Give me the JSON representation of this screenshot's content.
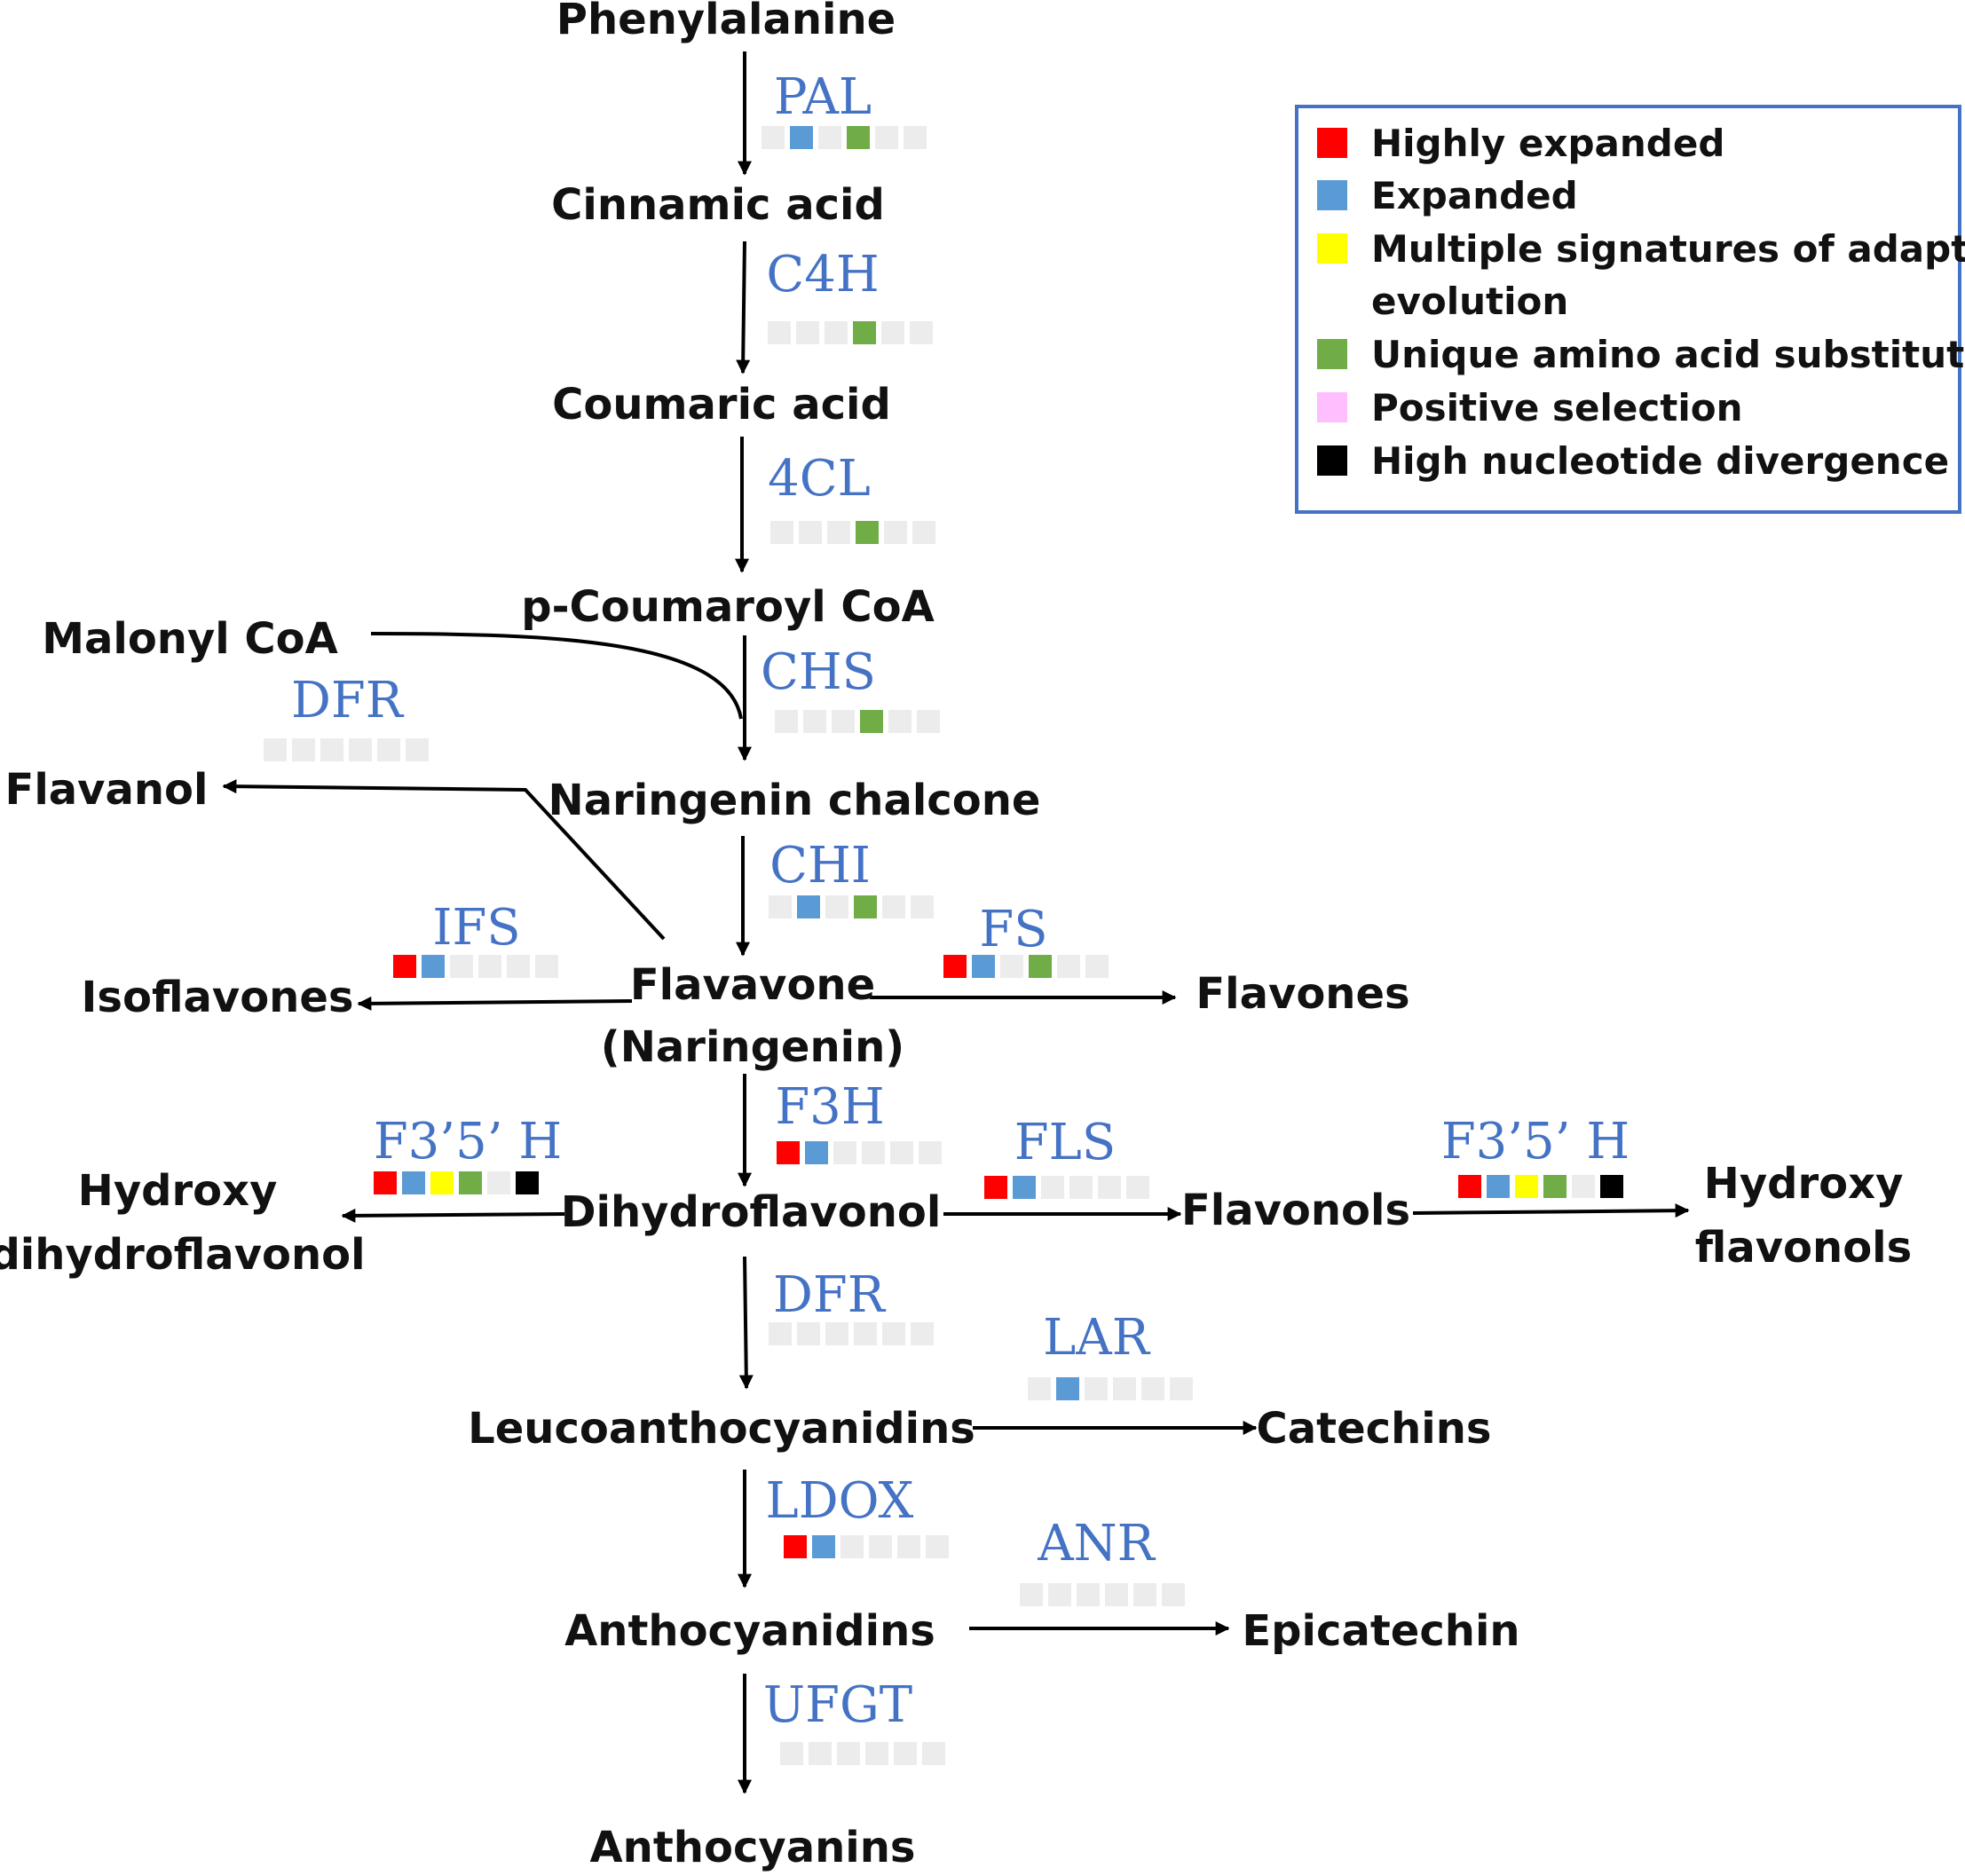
{
  "colors": {
    "highly_expanded": "#ff0000",
    "expanded": "#5b9bd5",
    "adaptive": "#ffff00",
    "unique_aa": "#70ad47",
    "positive": "#ffbfff",
    "divergence": "#000000",
    "none": "#ececec",
    "enzyme_text": "#4472c4",
    "legend_border": "#4472c4"
  },
  "legend": [
    {
      "color_key": "highly_expanded",
      "lines": [
        "Highly expanded"
      ]
    },
    {
      "color_key": "expanded",
      "lines": [
        "Expanded"
      ]
    },
    {
      "color_key": "adaptive",
      "lines": [
        "Multiple signatures of adaptive",
        "evolution"
      ]
    },
    {
      "color_key": "unique_aa",
      "lines": [
        "Unique amino acid substitution"
      ]
    },
    {
      "color_key": "positive",
      "lines": [
        "Positive selection"
      ]
    },
    {
      "color_key": "divergence",
      "lines": [
        "High nucleotide divergence"
      ]
    }
  ],
  "compounds": {
    "phenylalanine": "Phenylalanine",
    "cinnamic_acid": "Cinnamic acid",
    "coumaric_acid": "Coumaric acid",
    "p_coumaroyl_coa": "p-Coumaroyl CoA",
    "malonyl_coa": "Malonyl CoA",
    "naringenin_chalcone": "Naringenin chalcone",
    "flavanol": "Flavanol",
    "flavavone": "Flavavone",
    "naringenin": "(Naringenin)",
    "isoflavones": "Isoflavones",
    "flavones": "Flavones",
    "hydroxy_dihydroflavonol_1": "Hydroxy",
    "hydroxy_dihydroflavonol_2": "dihydroflavonol",
    "dihydroflavonol": "Dihydroflavonol",
    "flavonols": "Flavonols",
    "hydroxy_flavonols_1": "Hydroxy",
    "hydroxy_flavonols_2": "flavonols",
    "leucoanthocyanidins": "Leucoanthocyanidins",
    "catechins": "Catechins",
    "anthocyanidins": "Anthocyanidins",
    "epicatechin": "Epicatechin",
    "anthocyanins": "Anthocyanins"
  },
  "enzymes": [
    {
      "id": "pal",
      "label": "PAL",
      "signatures": [
        false,
        true,
        false,
        true,
        false,
        false
      ]
    },
    {
      "id": "c4h",
      "label": "C4H",
      "signatures": [
        false,
        false,
        false,
        true,
        false,
        false
      ]
    },
    {
      "id": "4cl",
      "label": "4CL",
      "signatures": [
        false,
        false,
        false,
        true,
        false,
        false
      ]
    },
    {
      "id": "chs",
      "label": "CHS",
      "signatures": [
        false,
        false,
        false,
        true,
        false,
        false
      ]
    },
    {
      "id": "dfr-upper",
      "label": "DFR",
      "signatures": [
        false,
        false,
        false,
        false,
        false,
        false
      ]
    },
    {
      "id": "chi",
      "label": "CHI",
      "signatures": [
        false,
        true,
        false,
        true,
        false,
        false
      ]
    },
    {
      "id": "ifs",
      "label": "IFS",
      "signatures": [
        true,
        true,
        false,
        false,
        false,
        false
      ]
    },
    {
      "id": "fs",
      "label": "FS",
      "signatures": [
        true,
        true,
        false,
        true,
        false,
        false
      ]
    },
    {
      "id": "f3h",
      "label": "F3H",
      "signatures": [
        true,
        true,
        false,
        false,
        false,
        false
      ]
    },
    {
      "id": "f35h-left",
      "label": "F3’5’ H",
      "signatures": [
        true,
        true,
        true,
        true,
        false,
        true
      ]
    },
    {
      "id": "fls",
      "label": "FLS",
      "signatures": [
        true,
        true,
        false,
        false,
        false,
        false
      ]
    },
    {
      "id": "f35h-right",
      "label": "F3’5’ H",
      "signatures": [
        true,
        true,
        true,
        true,
        false,
        true
      ]
    },
    {
      "id": "dfr-lower",
      "label": "DFR",
      "signatures": [
        false,
        false,
        false,
        false,
        false,
        false
      ]
    },
    {
      "id": "lar",
      "label": "LAR",
      "signatures": [
        false,
        true,
        false,
        false,
        false,
        false
      ]
    },
    {
      "id": "ldox",
      "label": "LDOX",
      "signatures": [
        true,
        true,
        false,
        false,
        false,
        false
      ]
    },
    {
      "id": "anr",
      "label": "ANR",
      "signatures": [
        false,
        false,
        false,
        false,
        false,
        false
      ]
    },
    {
      "id": "ufgt",
      "label": "UFGT",
      "signatures": [
        false,
        false,
        false,
        false,
        false,
        false
      ]
    }
  ]
}
